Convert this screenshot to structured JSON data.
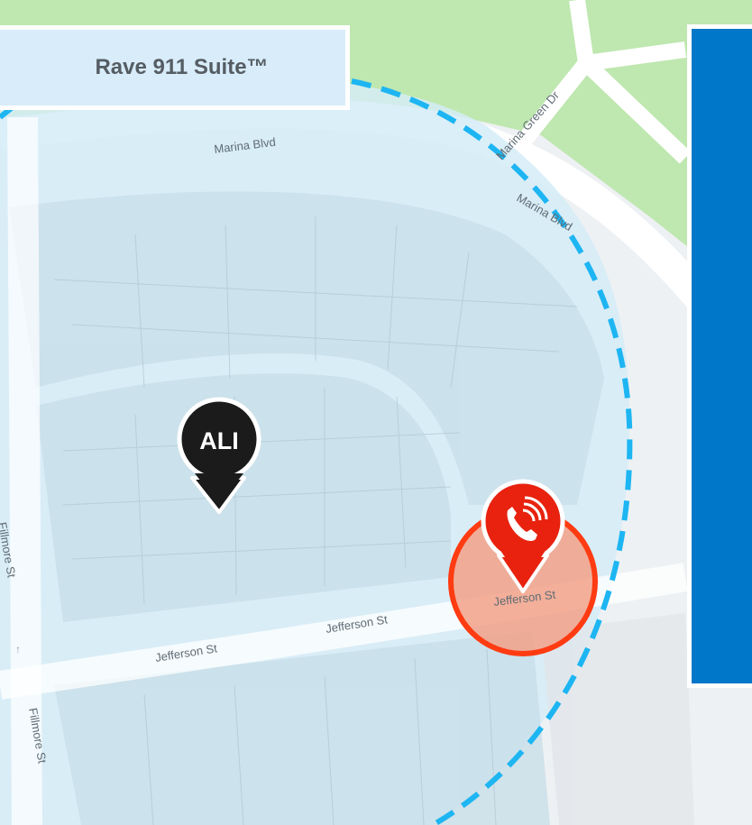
{
  "title": "Rave 911 Suite™",
  "streets": {
    "marina_blvd_top": "Marina Blvd",
    "marina_blvd_curve": "Marina Blvd",
    "marina_green_dr": "Marina Green Dr",
    "jefferson_st_left": "Jefferson St",
    "jefferson_st_mid": "Jefferson St",
    "jefferson_st_right": "Jefferson St",
    "fillmore_st_upper": "Fillmore St",
    "fillmore_st_lower": "Fillmore St"
  },
  "markers": {
    "ali_label": "ALI",
    "caller_icon": "phone-call-icon"
  },
  "colors": {
    "search_ring": "#1db5f2",
    "coverage_fill": "#d5ecf7",
    "caller_pin": "#e8220f",
    "caller_radius_fill": "#f2a188",
    "caller_radius_stroke": "#ff3b12",
    "ali_pin": "#1b1b1b",
    "park": "#bfe7b0",
    "panel": "#0077c8"
  }
}
